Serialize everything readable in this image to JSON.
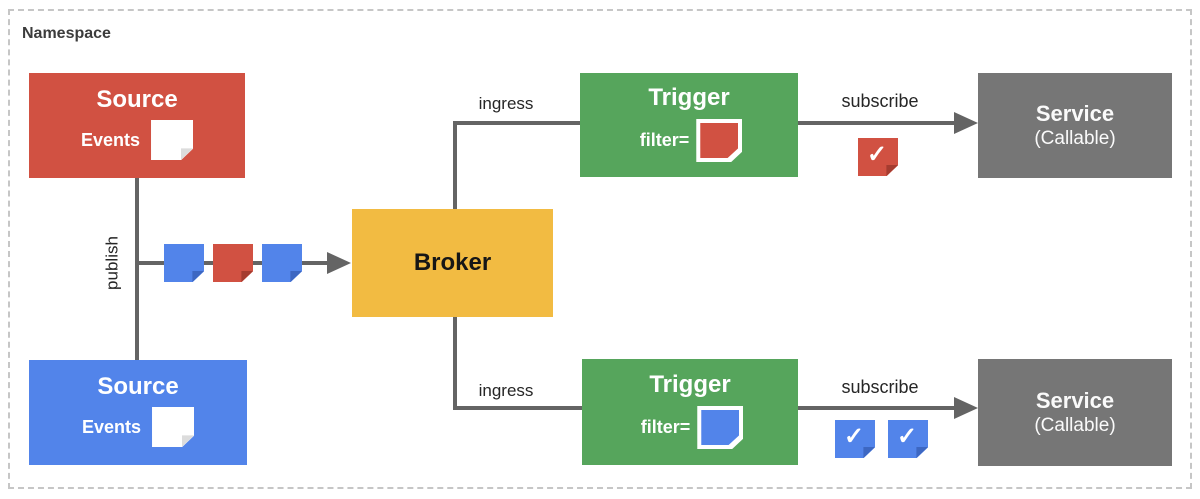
{
  "palette": {
    "red": "#D15142",
    "red_dark": "#A53C30",
    "blue": "#5284EA",
    "blue_dark": "#3D67C2",
    "yellow": "#F2BB42",
    "green": "#56A55C",
    "gray": "#767676",
    "white": "#FFFFFF",
    "white_fold": "#DCDCDC",
    "line": "#646464",
    "dash_border": "#C6C6C6"
  },
  "namespace": {
    "label": "Namespace"
  },
  "nodes": {
    "source_top": {
      "title": "Source",
      "events_label": "Events"
    },
    "source_bottom": {
      "title": "Source",
      "events_label": "Events"
    },
    "broker": {
      "title": "Broker"
    },
    "trigger_top": {
      "title": "Trigger",
      "filter_label": "filter="
    },
    "trigger_bottom": {
      "title": "Trigger",
      "filter_label": "filter="
    },
    "service_top": {
      "title": "Service",
      "subtitle": "(Callable)"
    },
    "service_bottom": {
      "title": "Service",
      "subtitle": "(Callable)"
    }
  },
  "edges": {
    "publish": {
      "label": "publish"
    },
    "ingress_top": {
      "label": "ingress"
    },
    "ingress_bottom": {
      "label": "ingress"
    },
    "subscribe_top": {
      "label": "subscribe"
    },
    "subscribe_bottom": {
      "label": "subscribe"
    }
  },
  "icons": {
    "check": "✓"
  }
}
